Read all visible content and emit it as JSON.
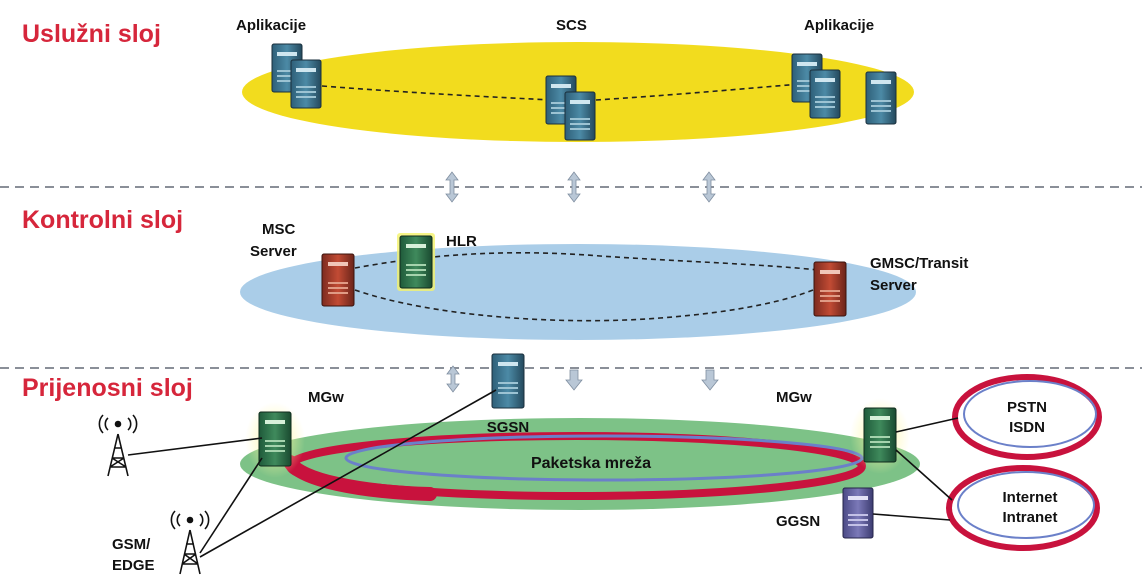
{
  "layers": {
    "service": "Uslužni sloj",
    "control": "Kontrolni sloj",
    "transport": "Prijenosni sloj"
  },
  "service_layer": {
    "app_left": "Aplikacije",
    "scs": "SCS",
    "app_right": "Aplikacije"
  },
  "control_layer": {
    "msc_line1": "MSC",
    "msc_line2": "Server",
    "hlr": "HLR",
    "gmsc_line1": "GMSC/Transit",
    "gmsc_line2": "Server"
  },
  "transport_layer": {
    "mgw_left": "MGw",
    "mgw_right": "MGw",
    "sgsn": "SGSN",
    "packet_network": "Paketska mreža",
    "pstn": "PSTN",
    "isdn": "ISDN",
    "internet": "Internet",
    "intranet": "Intranet",
    "ggsn": "GGSN",
    "gsm_line1": "GSM/",
    "gsm_line2": "EDGE"
  },
  "colors": {
    "layer_title": "#d6263b",
    "service_ellipse": "#f2dc1e",
    "control_ellipse": "#aacde8",
    "transport_ellipse": "#7dc287",
    "packet_ring": "#c8123d",
    "cloud_ring": "#c8123d"
  }
}
